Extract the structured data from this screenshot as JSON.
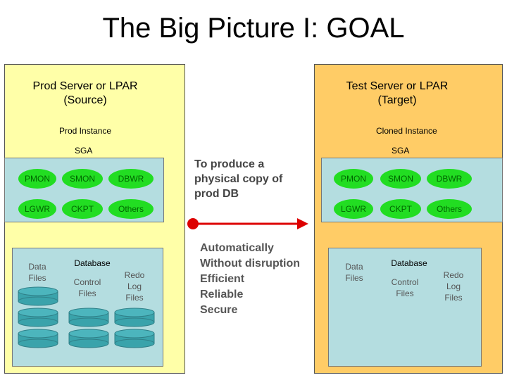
{
  "title": "The Big Picture I: GOAL",
  "source": {
    "title": "Prod Server or LPAR\n(Source)",
    "instance": "Prod Instance",
    "sga": "SGA",
    "processes": [
      "PMON",
      "SMON",
      "DBWR",
      "LGWR",
      "CKPT",
      "Others"
    ],
    "database": "Database",
    "data_files": "Data\nFiles",
    "control_files": "Control\nFiles",
    "redo_files": "Redo\nLog\nFiles"
  },
  "target": {
    "title": "Test Server or LPAR\n(Target)",
    "instance": "Cloned Instance",
    "sga": "SGA",
    "processes": [
      "PMON",
      "SMON",
      "DBWR",
      "LGWR",
      "CKPT",
      "Others"
    ],
    "database": "Database",
    "data_files": "Data\nFiles",
    "control_files": "Control\nFiles",
    "redo_files": "Redo\nLog\nFiles"
  },
  "middle": {
    "purpose": "To produce a\nphysical copy of\nprod DB",
    "qualities": [
      "Automatically",
      "Without disruption",
      "Efficient",
      "Reliable",
      "Secure"
    ]
  },
  "colors": {
    "source_bg": "#ffffa8",
    "target_bg": "#ffcc66",
    "panel_bg": "#b4dde0",
    "process_green": "#22dd22",
    "cylinder_teal": "#3aa3ab",
    "arrow_red": "#dd0000"
  }
}
